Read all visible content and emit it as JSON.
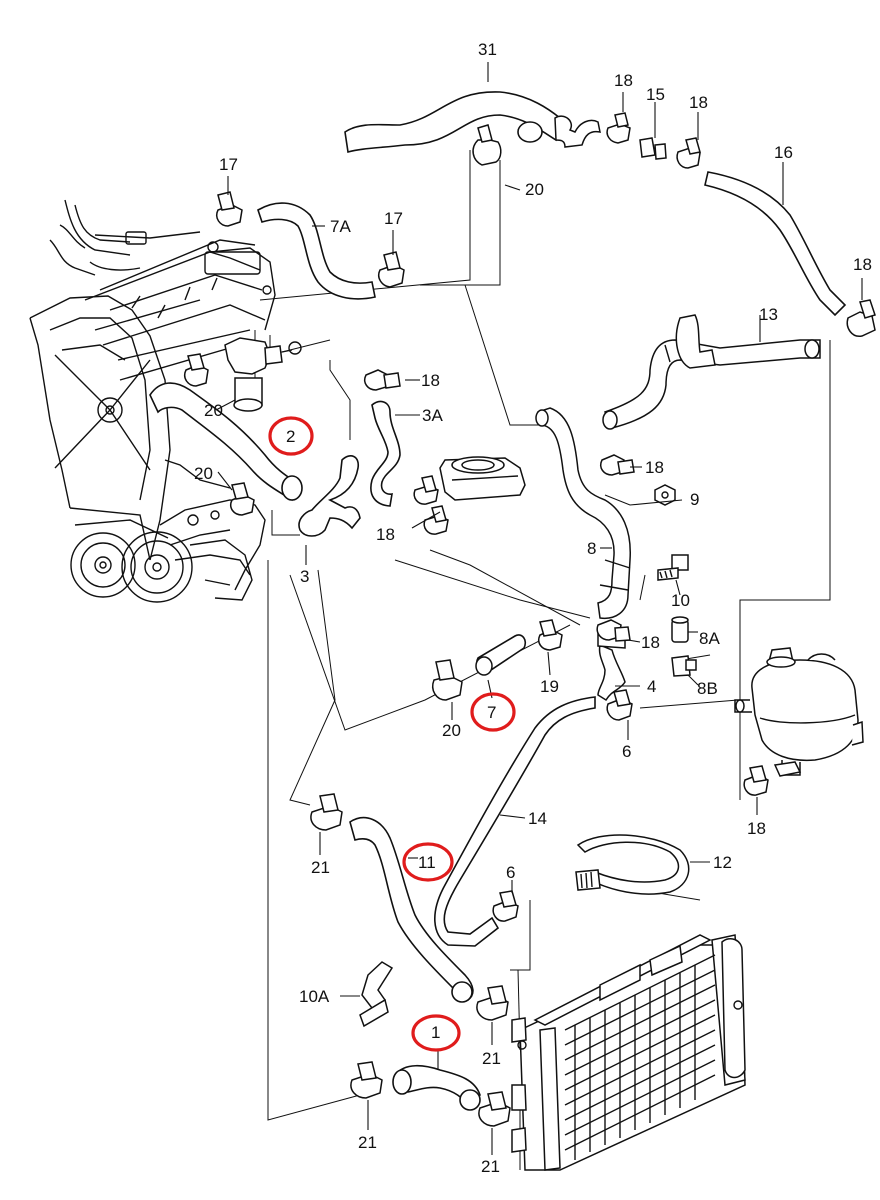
{
  "callouts": {
    "c1": "1",
    "c2": "2",
    "c3": "3",
    "c3A": "3A",
    "c4": "4",
    "c6a": "6",
    "c6b": "6",
    "c7": "7",
    "c7A": "7A",
    "c8": "8",
    "c8A": "8A",
    "c8B": "8B",
    "c9": "9",
    "c10": "10",
    "c10A": "10A",
    "c11": "11",
    "c12": "12",
    "c13": "13",
    "c14": "14",
    "c15": "15",
    "c16": "16",
    "c17a": "17",
    "c17b": "17",
    "c18a": "18",
    "c18b": "18",
    "c18c": "18",
    "c18d": "18",
    "c18e": "18",
    "c18f": "18",
    "c18g": "18",
    "c18h": "18",
    "c19": "19",
    "c20a": "20",
    "c20b": "20",
    "c20c": "20",
    "c20d": "20",
    "c21a": "21",
    "c21b": "21",
    "c21c": "21",
    "c21d": "21",
    "c31": "31"
  },
  "highlight_color": "#e01c1c",
  "highlighted_parts": [
    "1",
    "2",
    "7",
    "11"
  ]
}
